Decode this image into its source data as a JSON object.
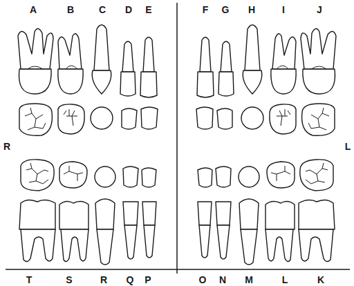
{
  "diagram": {
    "labels": [
      "A",
      "B",
      "C",
      "D",
      "E",
      "F",
      "G",
      "H",
      "I",
      "J",
      "R",
      "L",
      "T",
      "S",
      "R",
      "Q",
      "P",
      "O",
      "N",
      "M",
      "L",
      "K"
    ]
  }
}
